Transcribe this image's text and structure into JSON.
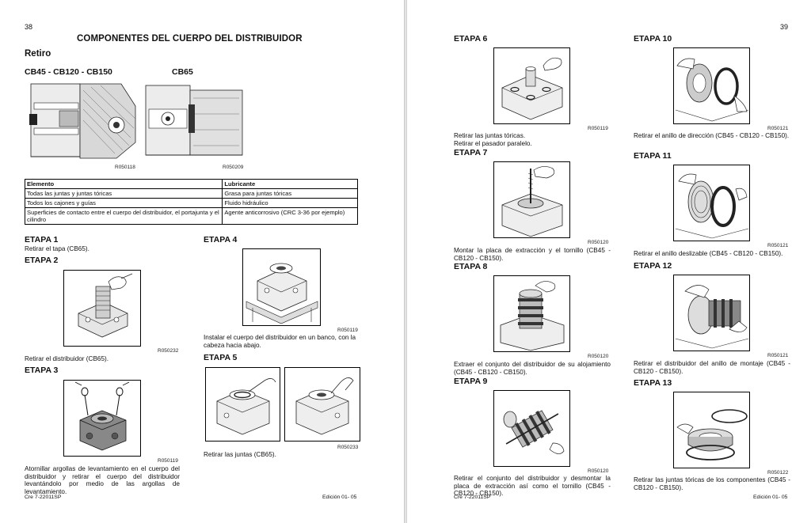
{
  "left_page": {
    "page_number": "38",
    "title": "COMPONENTES DEL CUERPO DEL DISTRIBUIDOR",
    "section": "Retiro",
    "model_a": "CB45 - CB120 - CB150",
    "model_b": "CB65",
    "fig_a_ref": "R050118",
    "fig_b_ref": "R050209",
    "table": {
      "headers": [
        "Elemento",
        "Lubricante"
      ],
      "rows": [
        [
          "Todas las juntas y juntas tóricas",
          "Grasa para juntas tóricas"
        ],
        [
          "Todos los cajones y guías",
          "Fluido hidráulico"
        ],
        [
          "Superficies de contacto entre el cuerpo del distribuidor, el portajunta y el cilindro",
          "Agente anticorrosivo (CRC 3-36 por ejemplo)"
        ]
      ]
    },
    "steps": [
      {
        "heading": "ETAPA 1",
        "text": "Retirar el tapa (CB65)."
      },
      {
        "heading": "ETAPA 2",
        "ref": "R050232",
        "text": "Retirar el distribuidor (CB65)."
      },
      {
        "heading": "ETAPA 3",
        "ref": "R050119",
        "text": "Atornillar argollas de levantamiento en el cuerpo del distribuidor y retirar el cuerpo del distribuidor levantándolo por medio de las argollas de levantamiento."
      },
      {
        "heading": "ETAPA 4",
        "ref": "R050119",
        "text": "Instalar el cuerpo del distribuidor en un banco, con la cabeza hacia abajo."
      },
      {
        "heading": "ETAPA 5",
        "ref": "R050233",
        "text": "Retirar las juntas (CB65)."
      }
    ],
    "footer_left": "Cre  7-22011SP",
    "footer_right": "Edición 01- 05"
  },
  "right_page": {
    "page_number": "39",
    "steps": [
      {
        "heading": "ETAPA 6",
        "ref": "R050119",
        "text": "Retirar las juntas tóricas.\nRetirar el pasador paralelo."
      },
      {
        "heading": "ETAPA 7",
        "ref": "R050120",
        "text": "Montar la placa de extracción y el tornillo (CB45 - CB120 - CB150)."
      },
      {
        "heading": "ETAPA 8",
        "ref": "R050120",
        "text": "Extraer el conjunto del distribuidor de su alojamiento (CB45 - CB120 - CB150)."
      },
      {
        "heading": "ETAPA 9",
        "ref": "R050120",
        "text": "Retirar el conjunto del distribuidor y desmontar la placa de extracción así como el tornillo (CB45 - CB120 - CB150)."
      },
      {
        "heading": "ETAPA 10",
        "ref": "R050121",
        "text": "Retirar el anillo de dirección (CB45 - CB120 - CB150)."
      },
      {
        "heading": "ETAPA 11",
        "ref": "R050121",
        "text": "Retirar el anillo deslizable (CB45 - CB120 - CB150)."
      },
      {
        "heading": "ETAPA 12",
        "ref": "R050121",
        "text": "Retirar el distribuidor del anillo de montaje (CB45 - CB120 - CB150)."
      },
      {
        "heading": "ETAPA 13",
        "ref": "R050122",
        "text": "Retirar las juntas tóricas de los componentes (CB45 - CB120 - CB150)."
      }
    ],
    "footer_left": "Cre  7-22011SP",
    "footer_right": "Edición 01- 05"
  }
}
